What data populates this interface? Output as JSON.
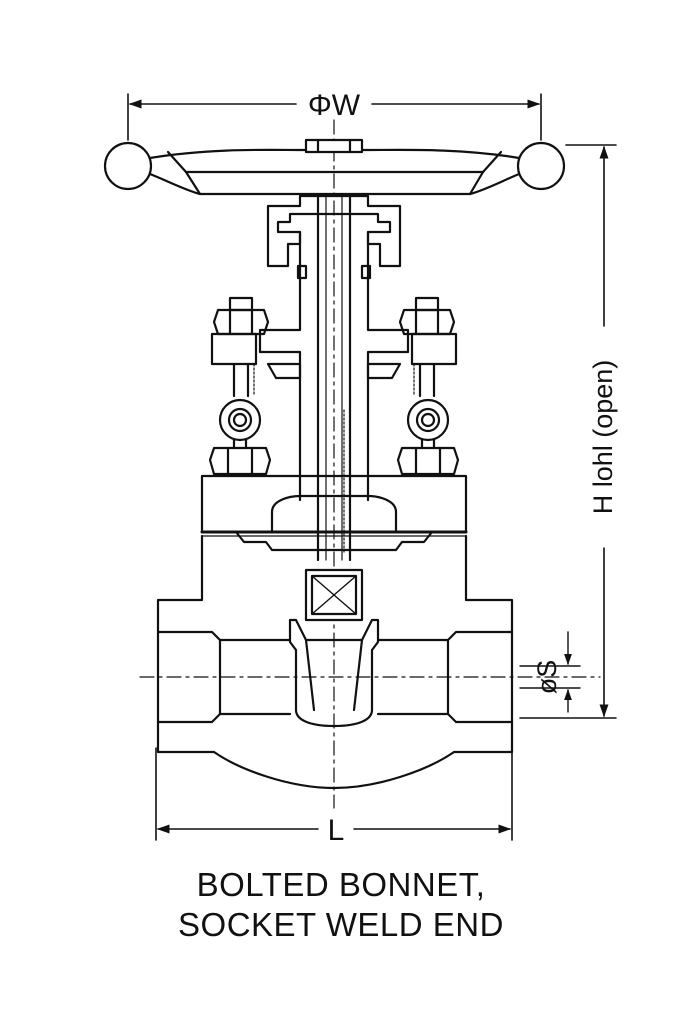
{
  "diagram": {
    "dimensions": {
      "handwheel_diameter": "ΦW",
      "height_open": "H lohl (open)",
      "socket_diameter": "øS",
      "length": "L"
    },
    "caption": {
      "line1": "BOLTED BONNET,",
      "line2": "SOCKET WELD END"
    },
    "colors": {
      "line": "#111111",
      "background": "#ffffff"
    }
  }
}
